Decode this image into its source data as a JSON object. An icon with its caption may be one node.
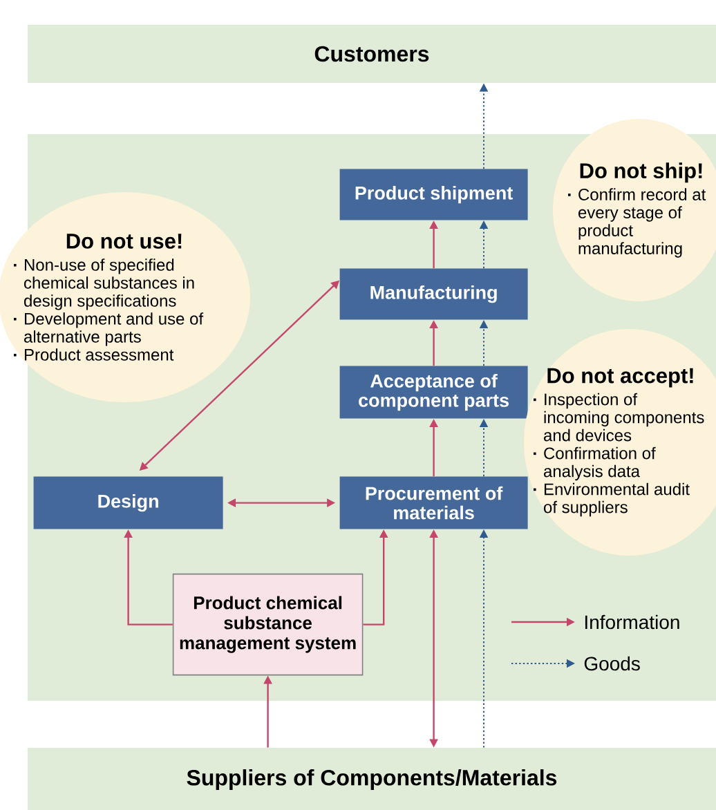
{
  "diagram": {
    "nodes": [
      {
        "text": [
          "Customers"
        ]
      },
      {
        "text": [],
        "shape": "box"
      },
      {
        "text": [
          "Do not use!",
          "Non-use of specified chemical substances in design specifications",
          "Development and use of alternative parts",
          "Product assessment"
        ]
      },
      {
        "text": [
          "Product shipment"
        ],
        "in": 1
      },
      {
        "text": [
          "Manufacturing"
        ],
        "in": 1
      },
      {
        "text": [
          "Acceptance of component parts"
        ],
        "in": 1
      },
      {
        "text": [
          "Procurement of materials"
        ],
        "in": 1
      },
      {
        "text": [
          "Design"
        ],
        "in": 1
      },
      {
        "text": [
          "Product chemical substance management system"
        ],
        "in": 1
      },
      {
        "text": [
          "Do not ship!",
          "Confirm record at every stage of product manufacturing"
        ]
      },
      {
        "text": [
          "Do not accept!",
          "Inspection of incoming components and devices",
          "Confirmation of analysis data",
          "Environmental audit of suppliers"
        ]
      },
      {
        "text": [
          "Suppliers of Components/Materials"
        ]
      }
    ],
    "edges": [
      {
        "from": 6,
        "to": 5,
        "arrow": "to"
      },
      {
        "from": 5,
        "to": 4,
        "arrow": "to"
      },
      {
        "from": 4,
        "to": 3,
        "arrow": "to"
      },
      {
        "from": 7,
        "to": 4,
        "arrow": "both"
      },
      {
        "from": 7,
        "to": 6,
        "arrow": "both"
      },
      {
        "from": 8,
        "to": 7,
        "arrow": "to"
      },
      {
        "from": 8,
        "to": 6,
        "arrow": "to"
      },
      {
        "from": 11,
        "to": 8,
        "arrow": "to"
      },
      {
        "from": 6,
        "to": 11,
        "arrow": "both"
      },
      {
        "from": 11,
        "to": 6,
        "arrow": "to",
        "style": "dashed",
        "color": "#2f5b8e"
      },
      {
        "from": 6,
        "to": 5,
        "arrow": "to",
        "style": "dashed",
        "color": "#2f5b8e"
      },
      {
        "from": 5,
        "to": 4,
        "arrow": "to",
        "style": "dashed",
        "color": "#2f5b8e"
      },
      {
        "from": 4,
        "to": 3,
        "arrow": "to",
        "style": "dashed",
        "color": "#2f5b8e"
      },
      {
        "from": 3,
        "to": 0,
        "arrow": "to",
        "style": "dashed",
        "color": "#2f5b8e"
      }
    ],
    "legend": [
      {
        "text": "Information"
      },
      {
        "text": "Goods"
      }
    ]
  }
}
